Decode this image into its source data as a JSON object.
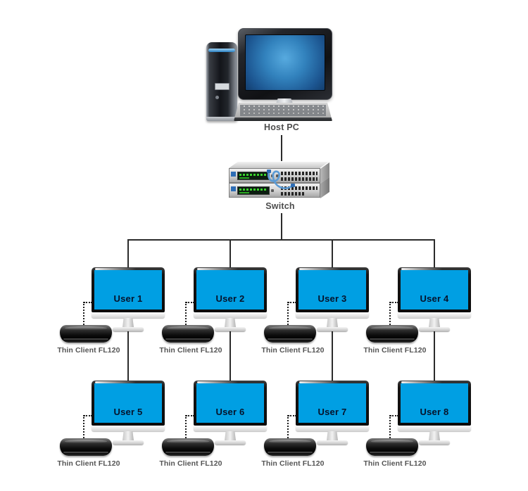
{
  "host": {
    "label": "Host PC"
  },
  "switch": {
    "label": "Switch"
  },
  "stations": [
    {
      "user": "User 1",
      "device": "Thin Client FL120"
    },
    {
      "user": "User 2",
      "device": "Thin Client FL120"
    },
    {
      "user": "User 3",
      "device": "Thin Client FL120"
    },
    {
      "user": "User 4",
      "device": "Thin Client FL120"
    },
    {
      "user": "User 5",
      "device": "Thin Client FL120"
    },
    {
      "user": "User 6",
      "device": "Thin Client FL120"
    },
    {
      "user": "User 7",
      "device": "Thin Client FL120"
    },
    {
      "user": "User 8",
      "device": "Thin Client FL120"
    }
  ],
  "colors": {
    "monitor_screen_blue": "#009FE3",
    "host_screen_blue": "#3282BD",
    "connector_line": "#2B2B2B",
    "label_gray": "#4D4D4D",
    "user_text": "#06132B",
    "switch_cable_blue": "#5B9BD5"
  }
}
